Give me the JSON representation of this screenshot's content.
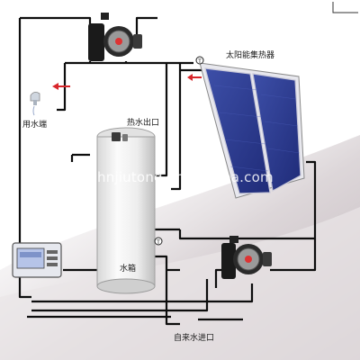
{
  "labels": {
    "collector": "太阳能集热器",
    "hot_outlet": "热水出口",
    "water_use": "用水端",
    "tank": "水箱",
    "tap_inlet": "自来水进口"
  },
  "watermark": "hnjiutong.en.alibaba.com",
  "colors": {
    "pipe": "#0d0d0d",
    "solar_panel": "#2b3a8f",
    "tank_body": "#f2f2f2",
    "arrow": "#d8262b",
    "background_accent": "#c9c0c4"
  },
  "icons": {
    "pumps": [
      "circulation-pump-top",
      "circulation-pump-bottom"
    ],
    "controller": "temperature-controller",
    "faucet": "faucet-icon",
    "sensors": [
      "sensor-tank-t",
      "sensor-collector-t"
    ]
  }
}
